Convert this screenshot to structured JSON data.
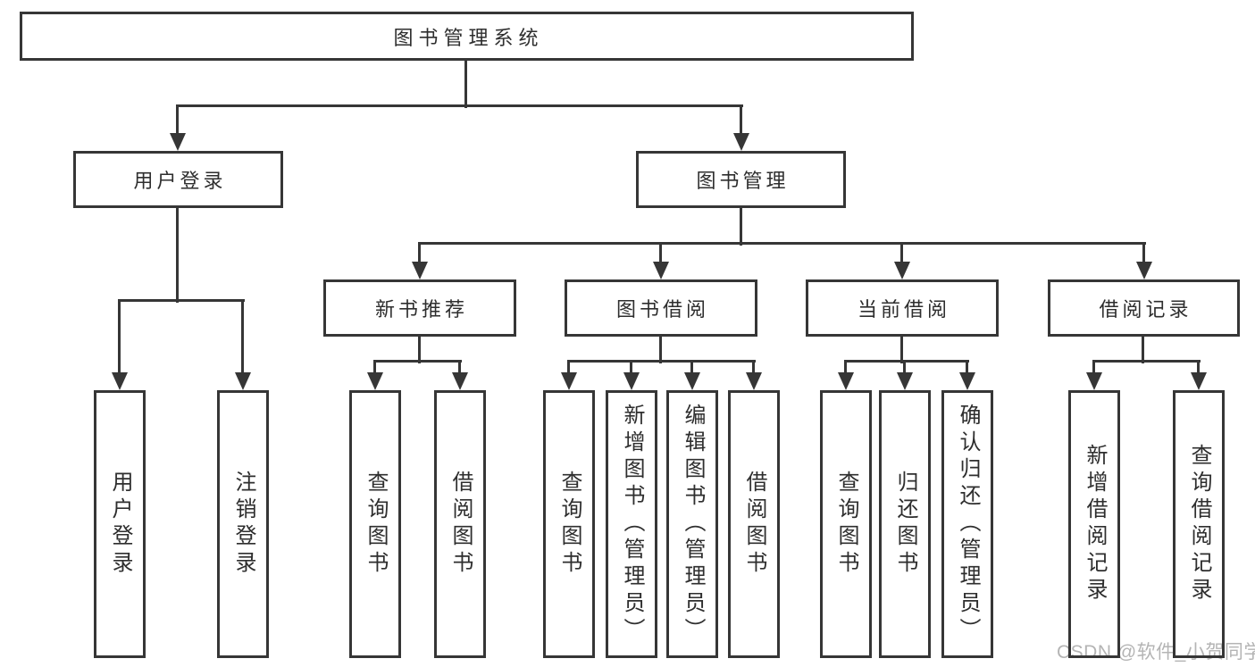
{
  "diagram": {
    "root": {
      "label": "图书管理系统"
    },
    "level2": {
      "user_login": {
        "label": "用户登录"
      },
      "book_mgmt": {
        "label": "图书管理"
      }
    },
    "level3": {
      "new_book_rec": {
        "label": "新书推荐"
      },
      "book_borrow": {
        "label": "图书借阅"
      },
      "cur_borrow": {
        "label": "当前借阅"
      },
      "borrow_record": {
        "label": "借阅记录"
      }
    },
    "leaves": {
      "login": {
        "label": "用户登录"
      },
      "logout": {
        "label": "注销登录"
      },
      "rec_query": {
        "label": "查询图书"
      },
      "rec_borrow": {
        "label": "借阅图书"
      },
      "bb_query": {
        "label": "查询图书"
      },
      "bb_add": {
        "label": "新增图书（管理员）"
      },
      "bb_edit": {
        "label": "编辑图书（管理员）"
      },
      "bb_borrow": {
        "label": "借阅图书"
      },
      "cur_query": {
        "label": "查询图书"
      },
      "cur_return": {
        "label": "归还图书"
      },
      "cur_confirm": {
        "label": "确认归还（管理员）"
      },
      "br_add": {
        "label": "新增借阅记录"
      },
      "br_query": {
        "label": "查询借阅记录"
      }
    },
    "watermark": "CSDN @软件_小贺同学",
    "colors": {
      "line": "#363636",
      "text": "#2e2e2e",
      "watermark": "#b4b4b4",
      "background": "#ffffff"
    }
  }
}
